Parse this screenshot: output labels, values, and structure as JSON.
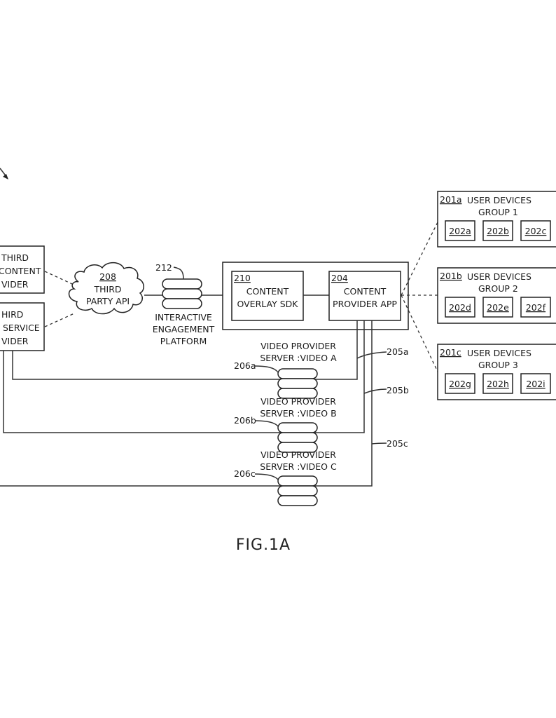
{
  "figure": {
    "label": "FIG.1A"
  },
  "third_party_content_provider": {
    "lines": [
      "THIRD",
      "CONTENT",
      "VIDER"
    ]
  },
  "third_party_service_provider": {
    "lines": [
      "HIRD",
      "SERVICE",
      "VIDER"
    ]
  },
  "third_party_api": {
    "ref": "208",
    "lines": [
      "THIRD",
      "PARTY API"
    ]
  },
  "interactive_engagement_platform": {
    "ref": "212",
    "lines": [
      "INTERACTIVE",
      "ENGAGEMENT",
      "PLATFORM"
    ]
  },
  "content_overlay_sdk": {
    "ref": "210",
    "lines": [
      "CONTENT",
      "OVERLAY SDK"
    ]
  },
  "content_provider_app": {
    "ref": "204",
    "lines": [
      "CONTENT",
      "PROVIDER APP"
    ]
  },
  "user_device_groups": [
    {
      "ref": "201a",
      "title": "USER DEVICES",
      "group": "GROUP 1",
      "devices": [
        "202a",
        "202b",
        "202c"
      ]
    },
    {
      "ref": "201b",
      "title": "USER DEVICES",
      "group": "GROUP 2",
      "devices": [
        "202d",
        "202e",
        "202f"
      ]
    },
    {
      "ref": "201c",
      "title": "USER DEVICES",
      "group": "GROUP 3",
      "devices": [
        "202g",
        "202h",
        "202i"
      ]
    }
  ],
  "video_servers": [
    {
      "ref": "206a",
      "lines": [
        "VIDEO PROVIDER",
        "SERVER :VIDEO A"
      ],
      "link_ref": "205a"
    },
    {
      "ref": "206b",
      "lines": [
        "VIDEO PROVIDER",
        "SERVER :VIDEO B"
      ],
      "link_ref": "205b"
    },
    {
      "ref": "206c",
      "lines": [
        "VIDEO PROVIDER",
        "SERVER :VIDEO C"
      ],
      "link_ref": "205c"
    }
  ]
}
